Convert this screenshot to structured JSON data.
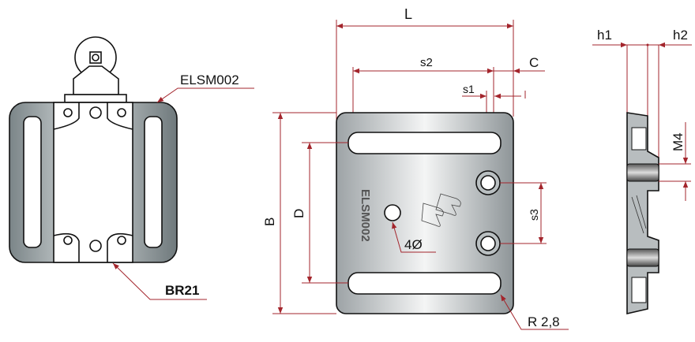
{
  "side_view": {
    "part_label": "ELSM002",
    "base_label": "BR21"
  },
  "plate_view": {
    "engraving": "ELSM002",
    "hole_label": "4Ø",
    "dimensions": {
      "L": "L",
      "s2": "s2",
      "C": "C",
      "s1": "s1",
      "B": "B",
      "D": "D",
      "s3": "s3",
      "radius": "R 2,8"
    }
  },
  "profile_view": {
    "h1": "h1",
    "h2": "h2",
    "thread": "M4"
  },
  "colors": {
    "dimension": "#a3252c",
    "metal": "#9aa3a6"
  }
}
